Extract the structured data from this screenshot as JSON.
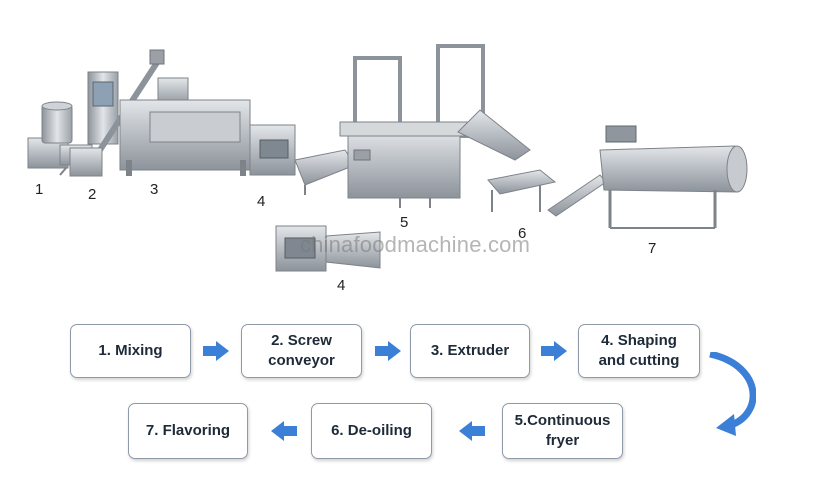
{
  "watermark": "chinafoodmachine.com",
  "machine_labels": [
    "1",
    "2",
    "3",
    "4",
    "5",
    "6",
    "7",
    "4"
  ],
  "steps": [
    "1. Mixing",
    "2. Screw conveyor",
    "3. Extruder",
    "4. Shaping and cutting",
    "5.Continuous fryer",
    "6. De-oiling",
    "7. Flavoring"
  ],
  "colors": {
    "box_border": "#8f9aa8",
    "arrow_fill": "#3b7fd6",
    "text": "#1e2a38",
    "machine_steel": "#b9bec4"
  }
}
